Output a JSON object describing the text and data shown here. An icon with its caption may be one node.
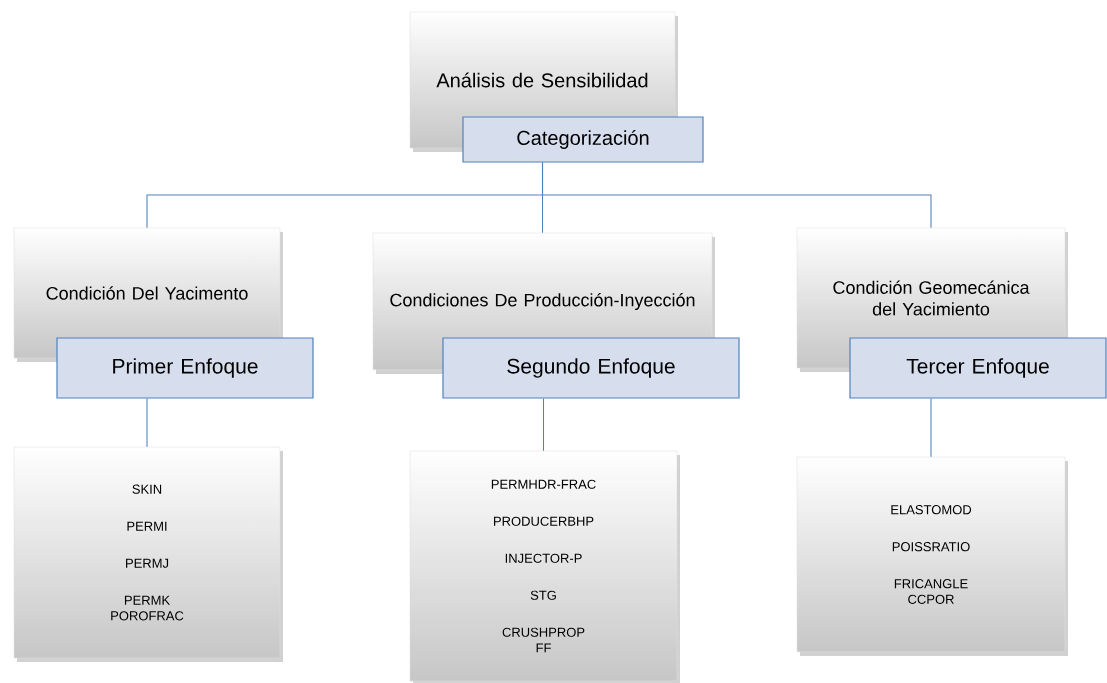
{
  "diagram": {
    "nodes": [
      {
        "text": [
          "Análisis de Sensibilidad"
        ]
      },
      {
        "text": [
          "Categorización"
        ]
      },
      {
        "text": [
          "Condición Del Yacimento"
        ]
      },
      {
        "text": [
          "Primer Enfoque"
        ]
      },
      {
        "text": [
          "Condiciones De Producción-Inyección"
        ]
      },
      {
        "text": [
          "Segundo Enfoque"
        ]
      },
      {
        "text": [
          "Condición Geomecánica del Yacimiento"
        ]
      },
      {
        "text": [
          "Tercer Enfoque"
        ]
      },
      {
        "text": [
          "SKIN",
          "PERMI",
          "PERMJ",
          "PERMK",
          "POROFRAC"
        ]
      },
      {
        "text": [
          "PERMHDR-FRAC",
          "PRODUCERBHP",
          "INJECTOR-P",
          "STG",
          "CRUSHPROP",
          "FF"
        ]
      },
      {
        "text": [
          "ELASTOMOD",
          "POISSRATIO",
          "FRICANGLE",
          "CCPOR"
        ]
      }
    ],
    "edges": [
      {
        "from": 1,
        "to": 2,
        "arrow": "none"
      },
      {
        "from": 1,
        "to": 4,
        "arrow": "none"
      },
      {
        "from": 1,
        "to": 6,
        "arrow": "none"
      },
      {
        "from": 3,
        "to": 8,
        "arrow": "none"
      },
      {
        "from": 5,
        "to": 9,
        "arrow": "none"
      },
      {
        "from": 7,
        "to": 10,
        "arrow": "none"
      }
    ]
  }
}
